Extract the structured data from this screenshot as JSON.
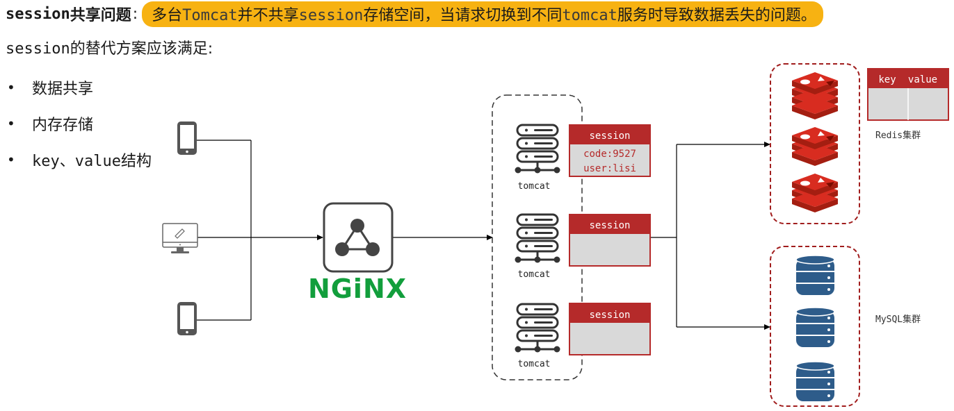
{
  "header": {
    "keyword": "session",
    "title": "共享问题",
    "colon": ":",
    "highlight": {
      "p1": "多台",
      "p2": "Tomcat",
      "p3": "并不共享",
      "p4": "session",
      "p5": "存储空间，当请求切换到不同",
      "p6": "tomcat",
      "p7": "服务时导致数据丢失的问题。"
    }
  },
  "subtitle": {
    "mono": "session",
    "text": "的替代方案应该满足:"
  },
  "bullets": [
    {
      "mark": "•",
      "text": "数据共享"
    },
    {
      "mark": "•",
      "text": "内存存储"
    },
    {
      "mark": "•",
      "mono": "key、value",
      "text": "结构"
    }
  ],
  "diagram": {
    "nginx_label": "NGiNX",
    "tomcats": [
      {
        "label": "tomcat",
        "session_title": "session",
        "lines": [
          "code:9527",
          "user:lisi"
        ]
      },
      {
        "label": "tomcat",
        "session_title": "session",
        "lines": []
      },
      {
        "label": "tomcat",
        "session_title": "session",
        "lines": []
      }
    ],
    "kv_table": {
      "col1": "key",
      "col2": "value"
    },
    "redis_label": "Redis集群",
    "mysql_label": "MySQL集群",
    "colors": {
      "highlight": "#f7b212",
      "session_red": "#b52a2a",
      "redis_red": "#d82c20",
      "mysql_blue": "#2e5c8a",
      "nginx_green": "#129e3c",
      "dashed_red": "#a11d1d"
    }
  }
}
